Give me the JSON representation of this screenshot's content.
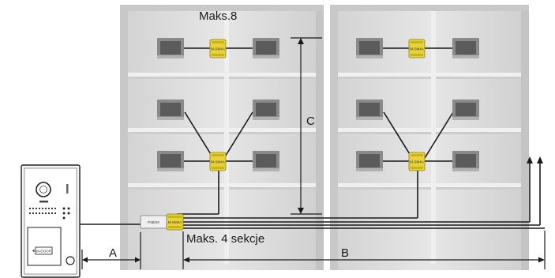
{
  "labels": {
    "max_monitors": "Maks.8",
    "max_sections": "Maks. 4 sekcje",
    "dim_a": "A",
    "dim_b": "B",
    "dim_c": "C"
  },
  "components": {
    "splitter_label": "M-SM4A",
    "power_label": "P2B/40",
    "panel_label": "M-DOOR"
  },
  "colors": {
    "building": "#dcdcdc",
    "splitter": "#e8d23a",
    "monitor": "#6e6e6e",
    "wire": "#1a1a1a"
  }
}
